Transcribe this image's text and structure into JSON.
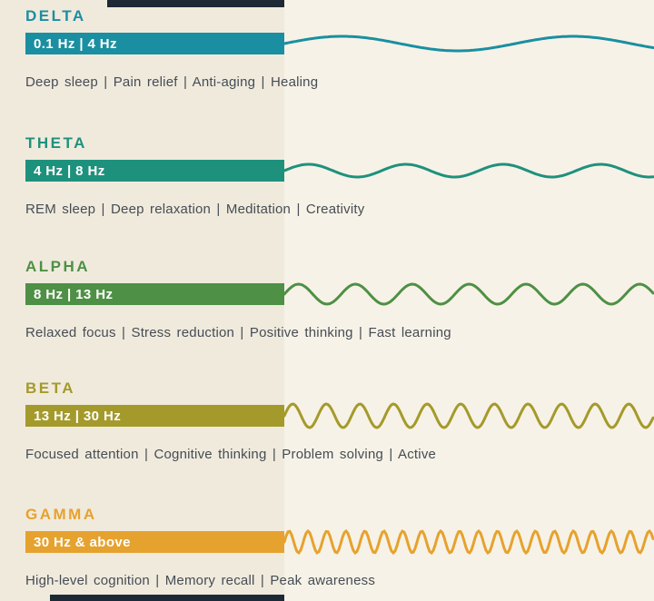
{
  "sections": [
    {
      "title": "DELTA",
      "range": "0.1 Hz | 4 Hz",
      "description": "Deep sleep  |  Pain relief  |  Anti-aging  |  Healing",
      "color": "#1a8fa1",
      "wave": {
        "cycles": 1.6,
        "amplitude": 8
      }
    },
    {
      "title": "THETA",
      "range": "4 Hz | 8 Hz",
      "description": "REM sleep  |  Deep relaxation  |  Meditation  |  Creativity",
      "color": "#1e917d",
      "wave": {
        "cycles": 3.8,
        "amplitude": 7
      }
    },
    {
      "title": "ALPHA",
      "range": "8 Hz | 13 Hz",
      "description": "Relaxed focus  |  Stress reduction  |  Positive thinking  |  Fast learning",
      "color": "#4e9045",
      "wave": {
        "cycles": 6.5,
        "amplitude": 11
      }
    },
    {
      "title": "BETA",
      "range": "13 Hz | 30 Hz",
      "description": "Focused attention  |  Cognitive thinking  |  Problem solving  |  Active",
      "color": "#a49a2b",
      "wave": {
        "cycles": 11,
        "amplitude": 13
      }
    },
    {
      "title": "GAMMA",
      "range": "30 Hz & above",
      "description": "High-level cognition  |  Memory recall  |  Peak awareness",
      "color": "#e6a22e",
      "wave": {
        "cycles": 19.5,
        "amplitude": 12
      }
    }
  ]
}
